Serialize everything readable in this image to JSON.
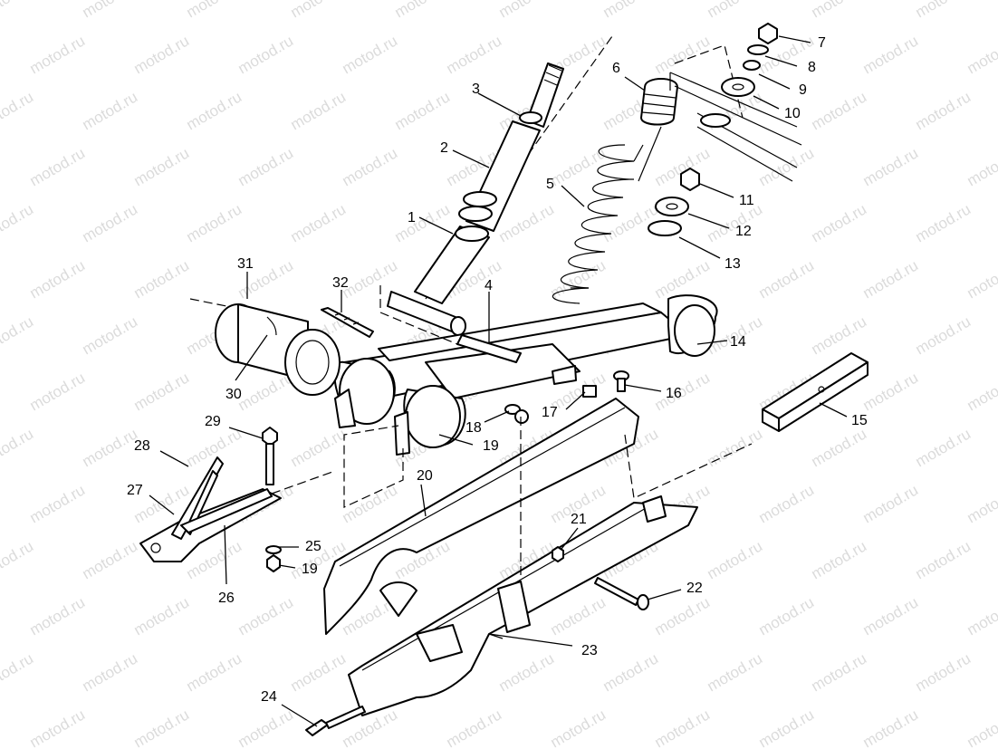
{
  "watermark": "motod.ru",
  "callouts": [
    "1",
    "2",
    "3",
    "4",
    "5",
    "6",
    "7",
    "8",
    "9",
    "10",
    "11",
    "12",
    "13",
    "14",
    "15",
    "16",
    "17",
    "18",
    "19",
    "20",
    "21",
    "22",
    "23",
    "24",
    "25",
    "26",
    "27",
    "28",
    "29",
    "30",
    "31",
    "32",
    "19"
  ]
}
